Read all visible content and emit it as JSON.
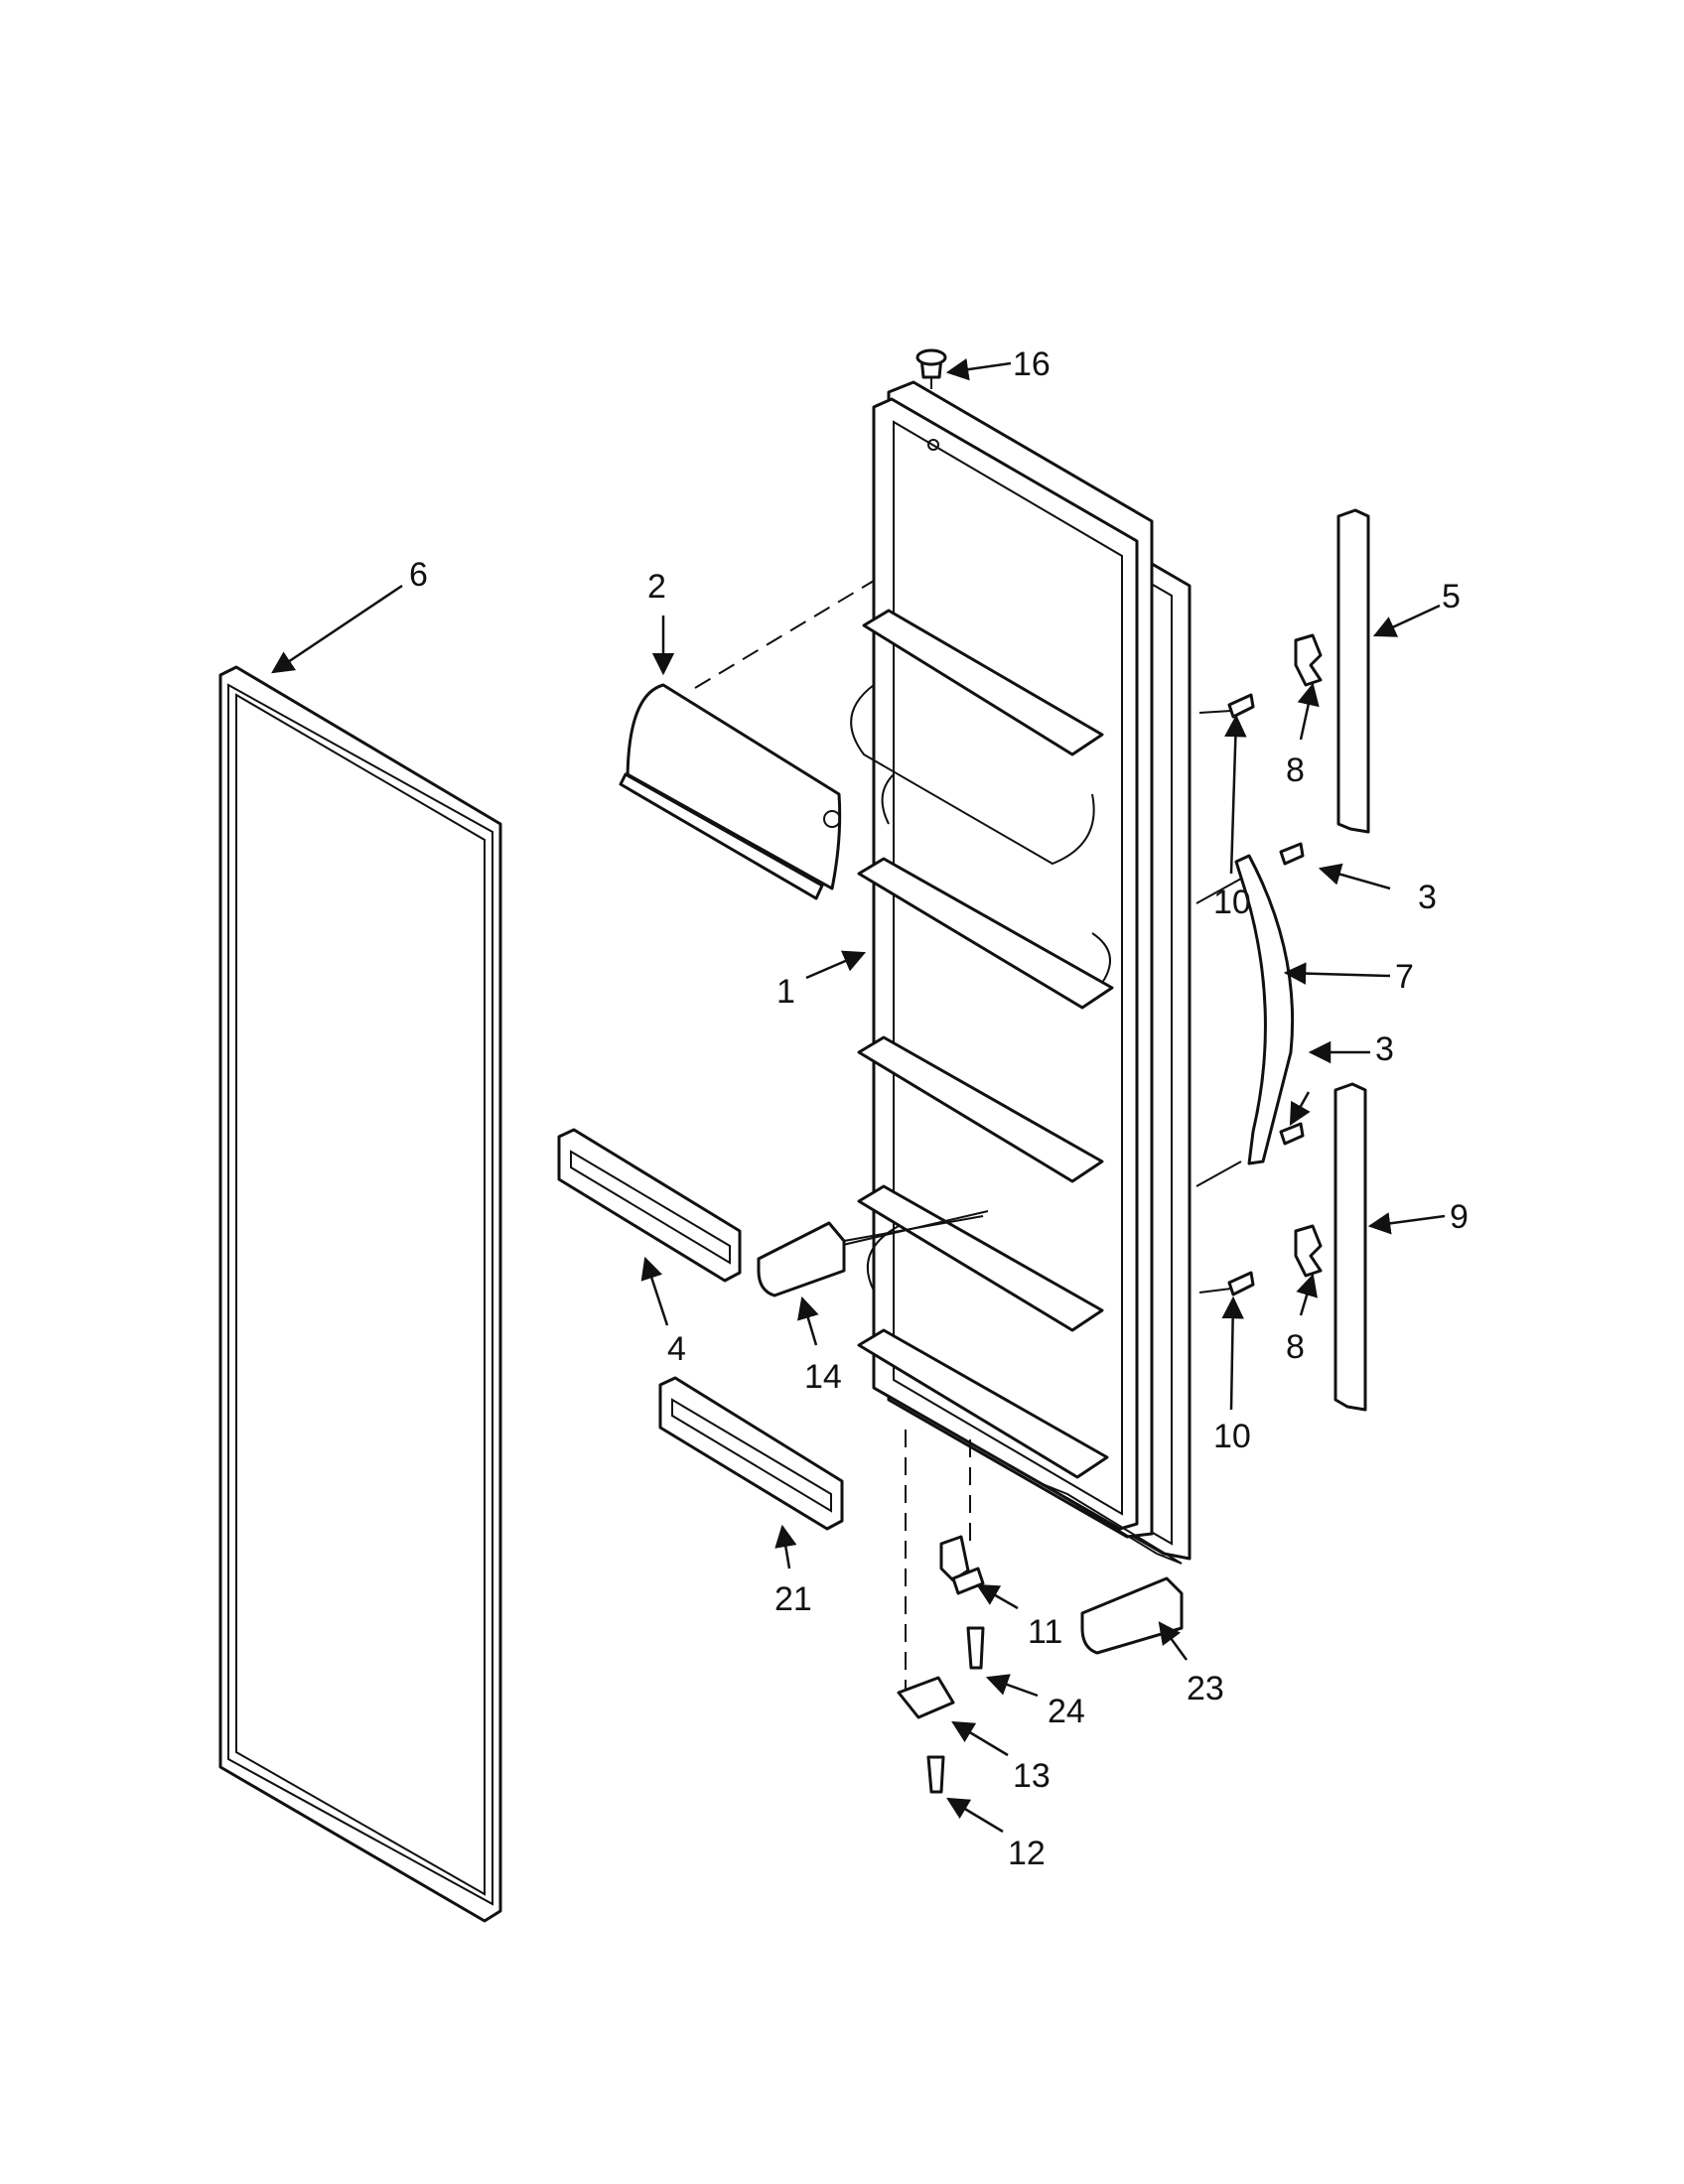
{
  "colors": {
    "line": "#111111",
    "paper": "#ffffff"
  },
  "callouts": {
    "c1": "1",
    "c2": "2",
    "c3a": "3",
    "c3b": "3",
    "c4": "4",
    "c5": "5",
    "c6": "6",
    "c7": "7",
    "c8a": "8",
    "c8b": "8",
    "c9": "9",
    "c10a": "10",
    "c10b": "10",
    "c11": "11",
    "c12": "12",
    "c13": "13",
    "c14": "14",
    "c16": "16",
    "c21": "21",
    "c23": "23",
    "c24": "24"
  }
}
